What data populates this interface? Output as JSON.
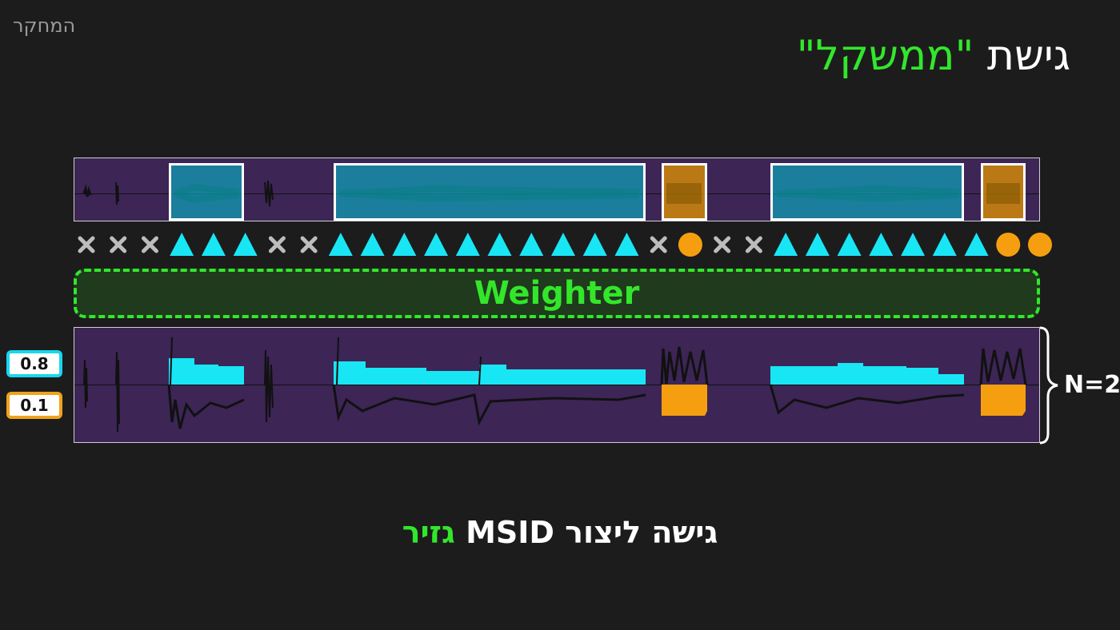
{
  "header": {
    "section_label": "המחקר"
  },
  "title": {
    "prefix": "גישת ",
    "accent": "\"ממשקל\""
  },
  "colors": {
    "cyan": "#19e6f5",
    "orange": "#f59f10",
    "green": "#33e62b",
    "gray": "#bdbdbd",
    "panel": "#3d2556"
  },
  "markers": [
    "x",
    "x",
    "x",
    "triangle",
    "triangle",
    "triangle",
    "x",
    "x",
    "triangle",
    "triangle",
    "triangle",
    "triangle",
    "triangle",
    "triangle",
    "triangle",
    "triangle",
    "triangle",
    "triangle",
    "x",
    "circle",
    "x",
    "x",
    "triangle",
    "triangle",
    "triangle",
    "triangle",
    "triangle",
    "triangle",
    "triangle",
    "circle",
    "circle"
  ],
  "weighter_label": "Weighter",
  "weights": {
    "high": "0.8",
    "low": "0.1"
  },
  "n_label": "N=2",
  "caption": {
    "main": "גישה ליצור MSID ",
    "accent": "גזיר"
  }
}
